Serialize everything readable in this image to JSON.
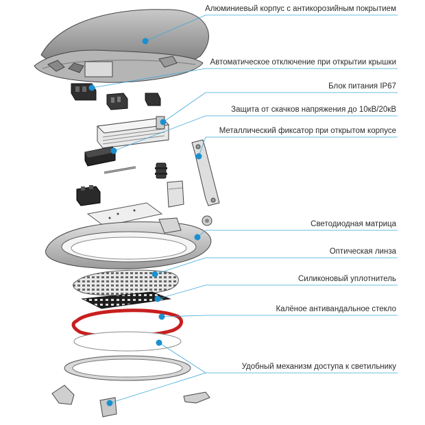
{
  "callouts": [
    {
      "id": "housing",
      "text": "Алюминиевый корпус с антикорозийным покрытием"
    },
    {
      "id": "auto-off",
      "text": "Автоматическое отключение при открытии крышки"
    },
    {
      "id": "psu",
      "text": "Блок питания IP67"
    },
    {
      "id": "surge",
      "text": "Защита от скачков напряжения до 10кВ/20кВ"
    },
    {
      "id": "latch",
      "text": "Металлический фиксатор при открытом корпусе"
    },
    {
      "id": "led",
      "text": "Светодиодная матрица"
    },
    {
      "id": "lens",
      "text": "Оптическая линза"
    },
    {
      "id": "seal",
      "text": "Силиконовый уплотнитель"
    },
    {
      "id": "glass",
      "text": "Калёное антивандальное стекло"
    },
    {
      "id": "access",
      "text": "Удобный механизм доступа к светильнику"
    }
  ],
  "colors": {
    "callout_line": "#3aa6d8",
    "callout_dot": "#1a90d0",
    "part_stroke": "#555555",
    "part_fill": "#e6e6e6",
    "seal": "#d32a2a",
    "dark": "#2b2b2b"
  }
}
